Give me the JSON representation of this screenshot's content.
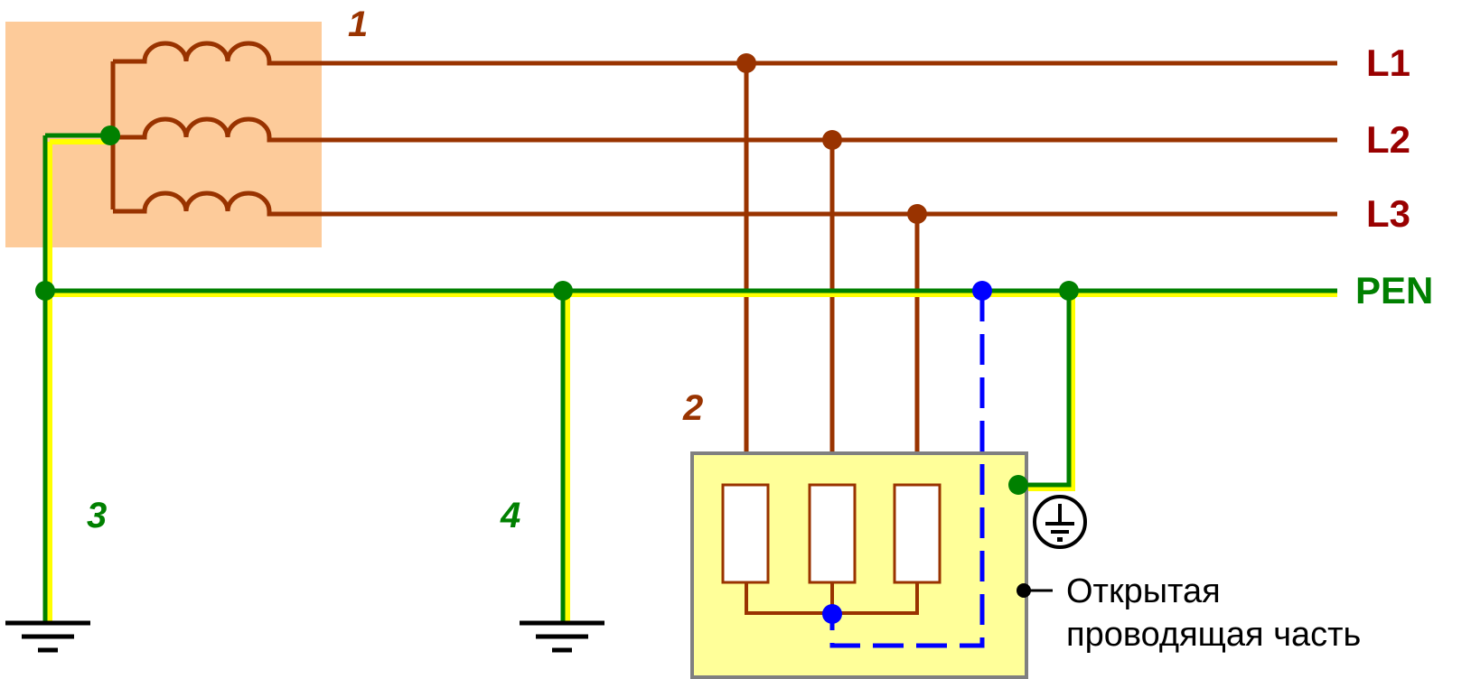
{
  "labels": {
    "source_num": "1",
    "load_num": "2",
    "ground_num_3": "3",
    "ground_num_4": "4",
    "line_l1": "L1",
    "line_l2": "L2",
    "line_l3": "L3",
    "line_pen": "PEN",
    "exposed_part_line1": "Открытая",
    "exposed_part_line2": "проводящая часть"
  },
  "colors": {
    "phase": "#993300",
    "phase_label": "#990000",
    "pen_green": "#008000",
    "pen_yellow": "#FFFF00",
    "source_fill": "#FDCB9A",
    "load_fill": "#FFFF99",
    "bond_blue": "#0000FF"
  }
}
